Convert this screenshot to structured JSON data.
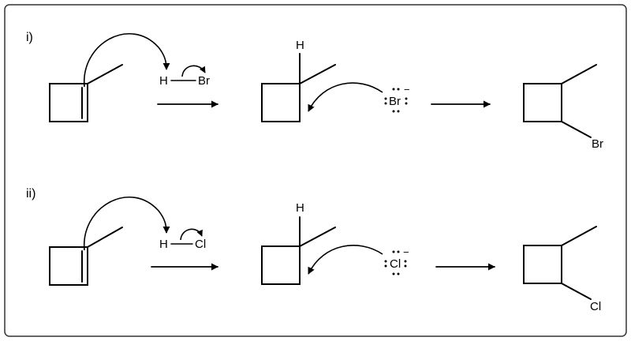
{
  "reactions": [
    {
      "step_label": "i)",
      "acid": {
        "h": "H",
        "x": "Br"
      },
      "nucleophile": {
        "symbol": "Br",
        "charge": "−"
      },
      "intermediate_h": "H",
      "product_substituent": "Br"
    },
    {
      "step_label": "ii)",
      "acid": {
        "h": "H",
        "x": "Cl"
      },
      "nucleophile": {
        "symbol": "Cl",
        "charge": "−"
      },
      "intermediate_h": "H",
      "product_substituent": "Cl"
    }
  ]
}
